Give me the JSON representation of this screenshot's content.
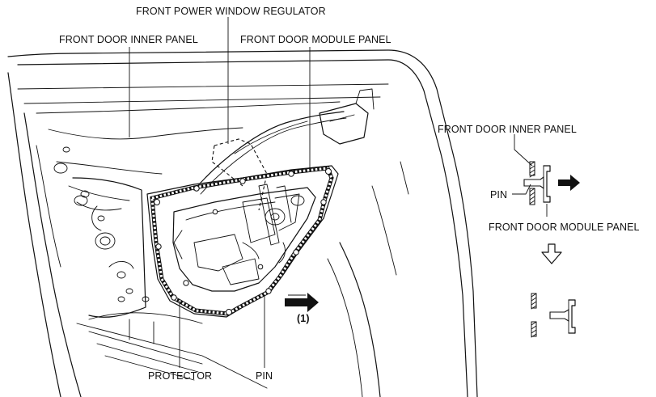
{
  "labels": {
    "front_power_window_regulator": "FRONT POWER WINDOW REGULATOR",
    "front_door_inner_panel_main": "FRONT DOOR INNER PANEL",
    "front_door_module_panel_main": "FRONT DOOR MODULE PANEL",
    "protector": "PROTECTOR",
    "pin_main": "PIN",
    "step_1": "(1)",
    "front_door_inner_panel_detail": "FRONT DOOR INNER PANEL",
    "pin_detail": "PIN",
    "front_door_module_panel_detail": "FRONT DOOR MODULE PANEL"
  },
  "icons": {
    "removal_direction": "arrow-right-icon",
    "step_sequence": "arrow-down-outline-icon"
  }
}
